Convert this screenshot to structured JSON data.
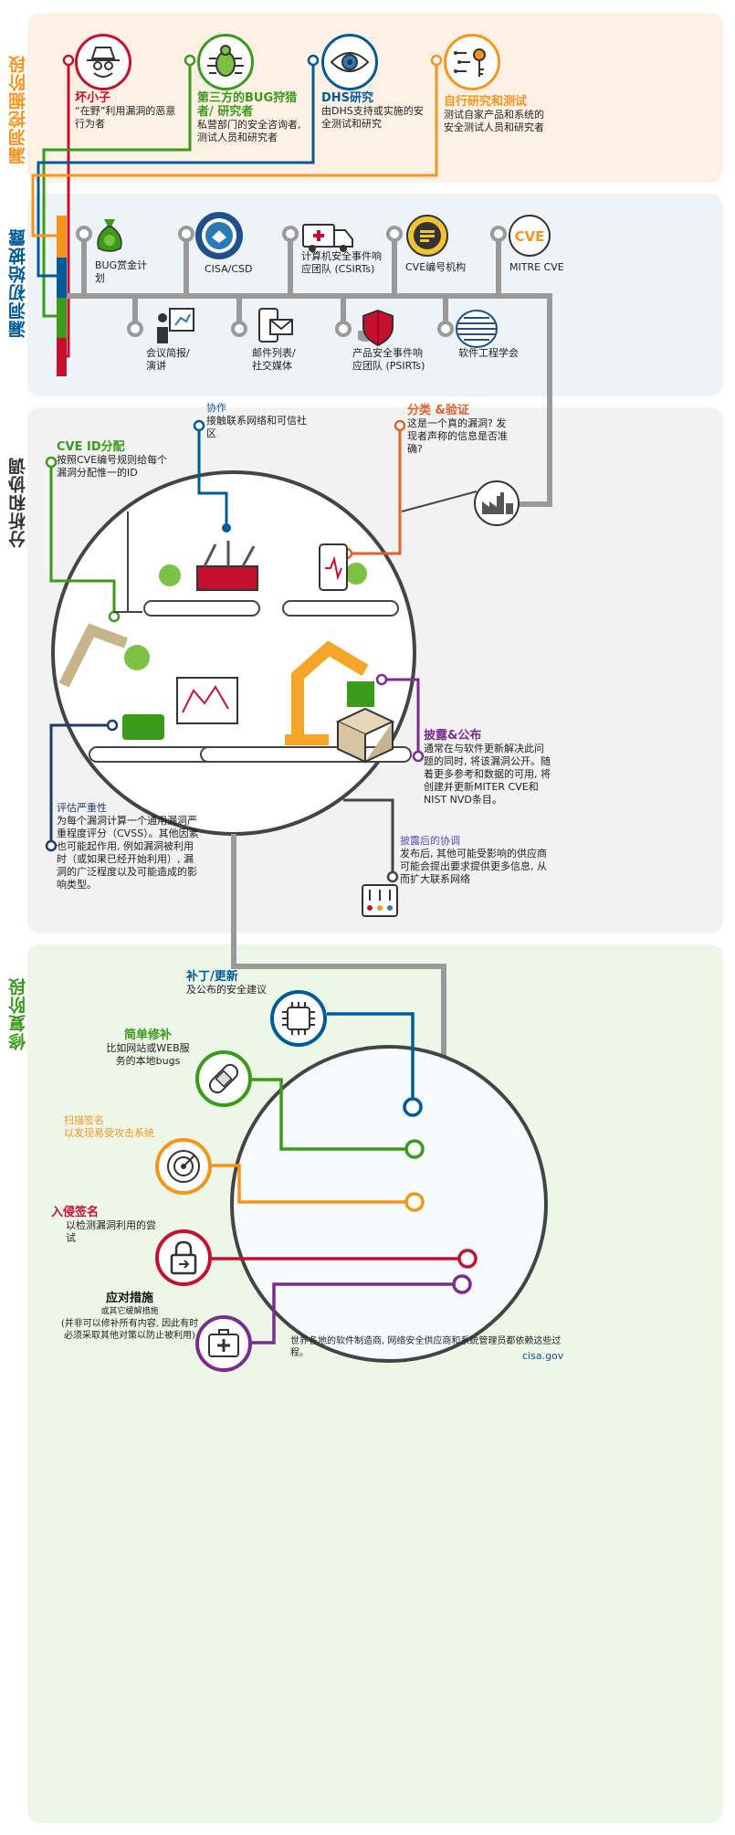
{
  "sections": {
    "discovery": "漏洞挖掘阶段",
    "disclosure": "漏洞初始披露",
    "analysis": "分析和协调",
    "remediation": "修复阶段"
  },
  "discoverers": [
    {
      "title": "坏小子",
      "desc": "“在野”利用漏洞的恶意行为者",
      "color": "#c8102e",
      "icon": "spy-icon"
    },
    {
      "title": "第三方的BUG狩猎者/ 研究者",
      "desc": "私营部门的安全咨询者, 测试人员和研究者",
      "color": "#3a9a1a",
      "icon": "bug-icon"
    },
    {
      "title": "DHS研究",
      "desc": "由DHS支持或实施的安全测试和研究",
      "color": "#005b9a",
      "icon": "eye-icon"
    },
    {
      "title": "自行研究和测试",
      "desc": "测试自家产品和系统的安全测试人员和研究者",
      "color": "#f7941d",
      "icon": "key-icon"
    }
  ],
  "disclosure_top": [
    {
      "label": "BUG赏金计划",
      "icon": "money-bag-icon"
    },
    {
      "label": "CISA/CSD",
      "icon": "cisa-seal-icon"
    },
    {
      "label": "计算机安全事件响应团队 (CSIRTs)",
      "icon": "ambulance-icon"
    },
    {
      "label": "CVE编号机构",
      "icon": "cve-badge-icon"
    },
    {
      "label": "MITRE CVE",
      "icon": "mitre-cve-icon"
    }
  ],
  "disclosure_bottom": [
    {
      "label": "会议简报/ 演讲",
      "icon": "presenter-icon"
    },
    {
      "label": "邮件列表/ 社交媒体",
      "icon": "mail-phone-icon"
    },
    {
      "label": "产品安全事件响应团队 (PSIRTs)",
      "icon": "shield-db-icon"
    },
    {
      "label": "软件工程学会",
      "icon": "globe-icon"
    }
  ],
  "analysis": {
    "coordination": {
      "title": "协作",
      "desc": "接触联系网络和可信社区"
    },
    "triage": {
      "title": "分类 &验证",
      "desc": "这是一个真的漏洞? 发现者声称的信息是否准确?"
    },
    "cve_id": {
      "title": "CVE ID分配",
      "desc": "按照CVE编号规则给每个漏洞分配惟一的ID"
    },
    "publish": {
      "title": "披露&公布",
      "desc": "通常在与软件更新解决此问题的同时, 将该漏洞公开。随着更多参考和数据的可用, 将创建并更新MITER CVE和NIST NVD条目。"
    },
    "severity": {
      "title": "评估严重性",
      "desc": "为每个漏洞计算一个通用漏洞严重程度评分（CVSS）。其他因素也可能起作用, 例如漏洞被利用时（或如果已经开始利用）, 漏洞的广泛程度以及可能造成的影响类型。"
    },
    "post": {
      "title": "披露后的协调",
      "desc": "发布后, 其他可能受影响的供应商可能会提出要求提供更多信息, 从而扩大联系网络"
    }
  },
  "remediation": {
    "patch": {
      "title": "补丁/更新",
      "desc": "及公布的安全建议"
    },
    "simple": {
      "title": "简单修补",
      "desc": "比如网站或WEB服务的本地bugs"
    },
    "scan": {
      "title": "扫描签名",
      "desc": "以发现易受攻击系统"
    },
    "intrusion": {
      "title": "入侵签名",
      "desc": "以检测漏洞利用的尝试"
    },
    "mitigation": {
      "title": "应对措施",
      "desc1": "或其它缓解措施",
      "desc2": "(并非可以修补所有内容, 因此有时必须采取其他对策以防止被利用)"
    }
  },
  "footer": {
    "text": "世界各地的软件制造商, 网络安全供应商和系统管理员都依赖这些过程。",
    "site": "cisa.gov"
  },
  "colors": {
    "red": "#c8102e",
    "green": "#3a9a1a",
    "blue": "#005b9a",
    "orange": "#f7941d",
    "purple": "#7b2d8e",
    "navy": "#1f3b66",
    "gray": "#8a8a8a",
    "discovery_bg": "#fdf1e6",
    "disclosure_bg": "#eef3f8",
    "analysis_bg": "#f2f2f2",
    "remediation_bg": "#edf7e8"
  }
}
